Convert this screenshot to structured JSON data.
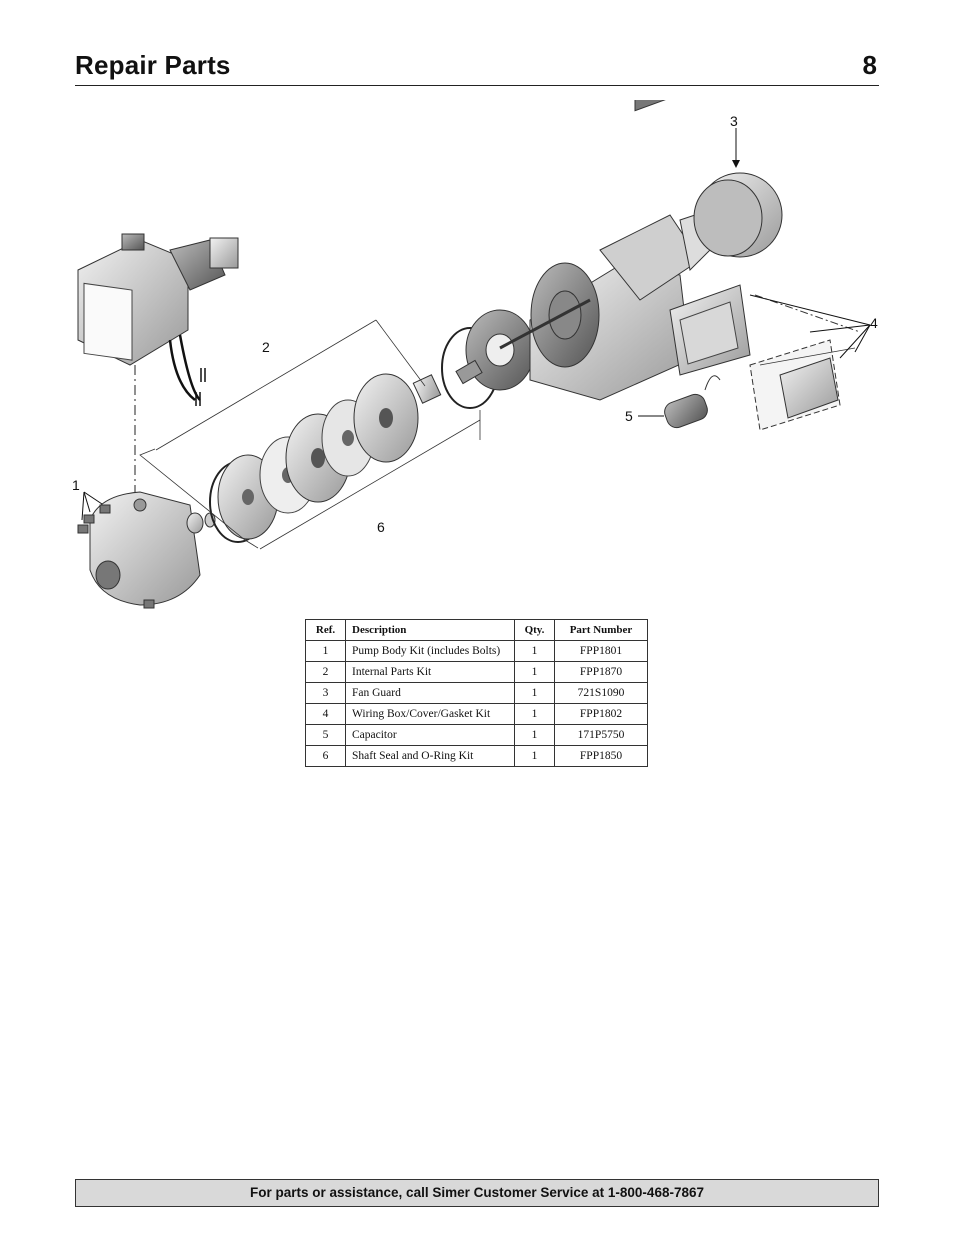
{
  "header": {
    "title": "Repair Parts",
    "page_number": "8"
  },
  "diagram": {
    "callouts": [
      "1",
      "2",
      "3",
      "4",
      "5",
      "6"
    ]
  },
  "parts_table": {
    "columns": [
      "Ref.",
      "Description",
      "Qty.",
      "Part Number"
    ],
    "rows": [
      {
        "ref": "1",
        "description": "Pump Body Kit (includes Bolts)",
        "qty": "1",
        "part_number": "FPP1801"
      },
      {
        "ref": "2",
        "description": "Internal Parts Kit",
        "qty": "1",
        "part_number": "FPP1870"
      },
      {
        "ref": "3",
        "description": "Fan Guard",
        "qty": "1",
        "part_number": "721S1090"
      },
      {
        "ref": "4",
        "description": "Wiring Box/Cover/Gasket Kit",
        "qty": "1",
        "part_number": "FPP1802"
      },
      {
        "ref": "5",
        "description": "Capacitor",
        "qty": "1",
        "part_number": "171P5750"
      },
      {
        "ref": "6",
        "description": "Shaft Seal and O-Ring Kit",
        "qty": "1",
        "part_number": "FPP1850"
      }
    ]
  },
  "footer": {
    "text": "For parts or assistance, call Simer Customer Service at 1-800-468-7867"
  }
}
